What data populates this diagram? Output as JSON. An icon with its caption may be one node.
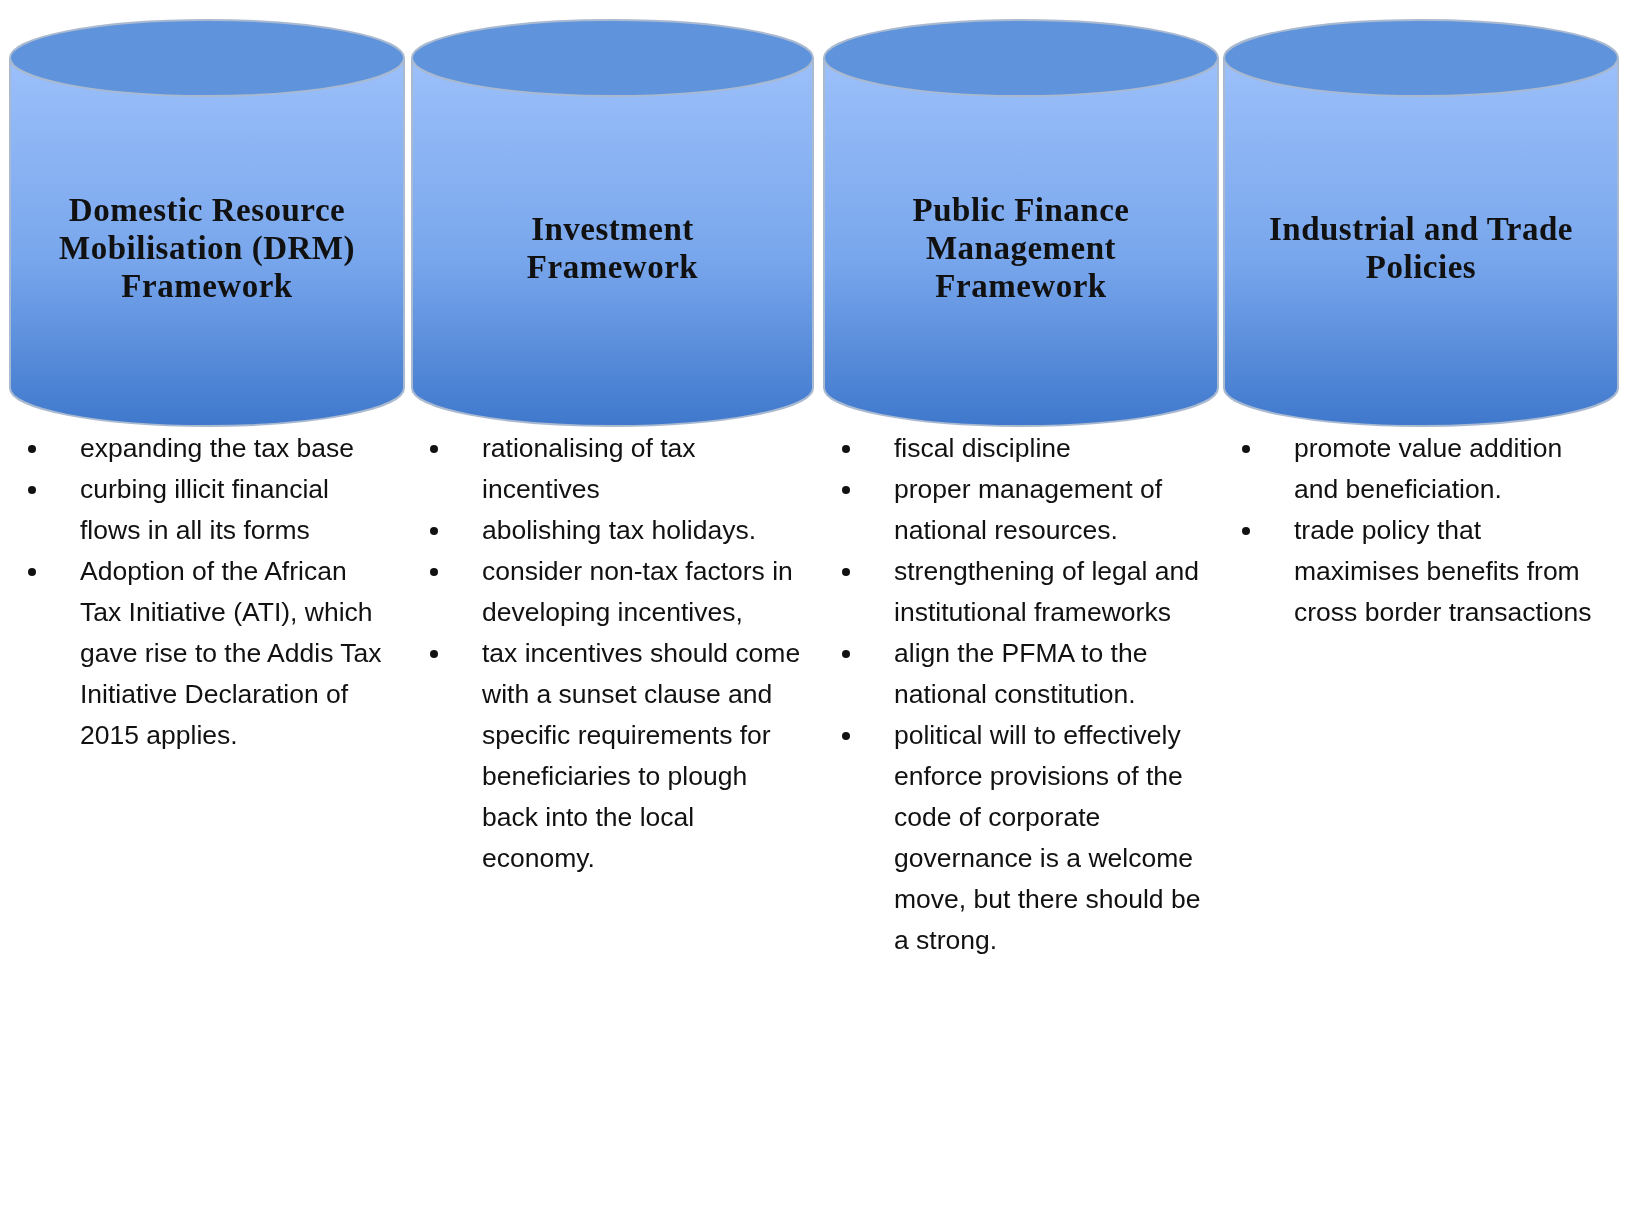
{
  "diagram": {
    "nodes": [
      {
        "text": [
          "Domestic Resource Mobilisation (DRM) Framework"
        ],
        "beside": [
          "expanding the tax base",
          "curbing illicit financial flows in all its forms",
          "Adoption of the African Tax Initiative (ATI), which gave rise to the Addis Tax Initiative Declaration of 2015 applies."
        ]
      },
      {
        "text": [
          "Investment Framework"
        ],
        "beside": [
          "rationalising of tax incentives",
          "abolishing tax holidays.",
          "consider non-tax factors in developing incentives,",
          "tax incentives should come with a sunset clause and specific requirements for beneficiaries to plough back into the local economy."
        ]
      },
      {
        "text": [
          "Public Finance Management Framework"
        ],
        "beside": [
          "fiscal discipline",
          "proper management of national resources.",
          "strengthening of legal and institutional frameworks",
          "align the PFMA to the national constitution.",
          "political will to effectively enforce provisions of the code of corporate governance is a welcome move, but there should be a strong."
        ]
      },
      {
        "text": [
          "Industrial and Trade Policies"
        ],
        "beside": [
          "promote value addition and beneficiation.",
          "trade policy that maximises benefits from cross border transactions"
        ]
      }
    ],
    "edges": []
  }
}
